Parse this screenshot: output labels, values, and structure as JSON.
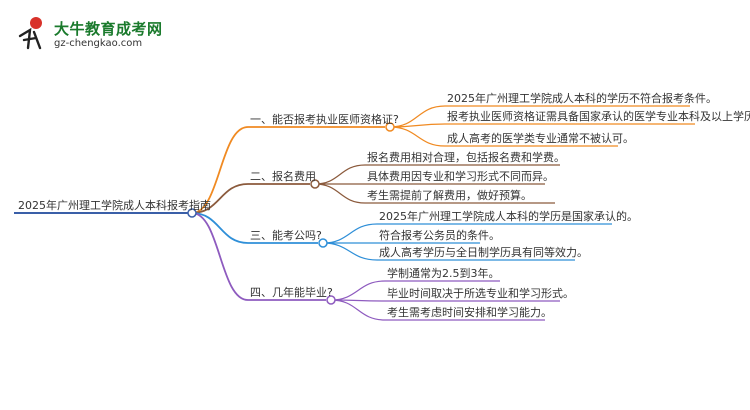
{
  "logo": {
    "title": "大牛教育成考网",
    "url": "gz-chengkao.com",
    "mark_text": "大牛"
  },
  "colors": {
    "root": "#3a5fa8",
    "branch1": "#f08a22",
    "branch2": "#8b5a3c",
    "branch3": "#2f8fd8",
    "branch4": "#8e5bbf",
    "leaf_lines": "#a0a8b0"
  },
  "mindmap": {
    "root": "2025年广州理工学院成人本科报考指南",
    "branches": [
      {
        "label": "一、能否报考执业医师资格证?",
        "leaves": [
          "2025年广州理工学院成人本科的学历不符合报考条件。",
          "报考执业医师资格证需具备国家承认的医学专业本科及以上学历。",
          "成人高考的医学类专业通常不被认可。"
        ]
      },
      {
        "label": "二、报名费用",
        "leaves": [
          "报名费用相对合理，包括报名费和学费。",
          "具体费用因专业和学习形式不同而异。",
          "考生需提前了解费用，做好预算。"
        ]
      },
      {
        "label": "三、能考公吗?",
        "leaves": [
          "2025年广州理工学院成人本科的学历是国家承认的。",
          "符合报考公务员的条件。",
          "成人高考学历与全日制学历具有同等效力。"
        ]
      },
      {
        "label": "四、几年能毕业?",
        "leaves": [
          "学制通常为2.5到3年。",
          "毕业时间取决于所选专业和学习形式。",
          "考生需考虑时间安排和学习能力。"
        ]
      }
    ]
  }
}
